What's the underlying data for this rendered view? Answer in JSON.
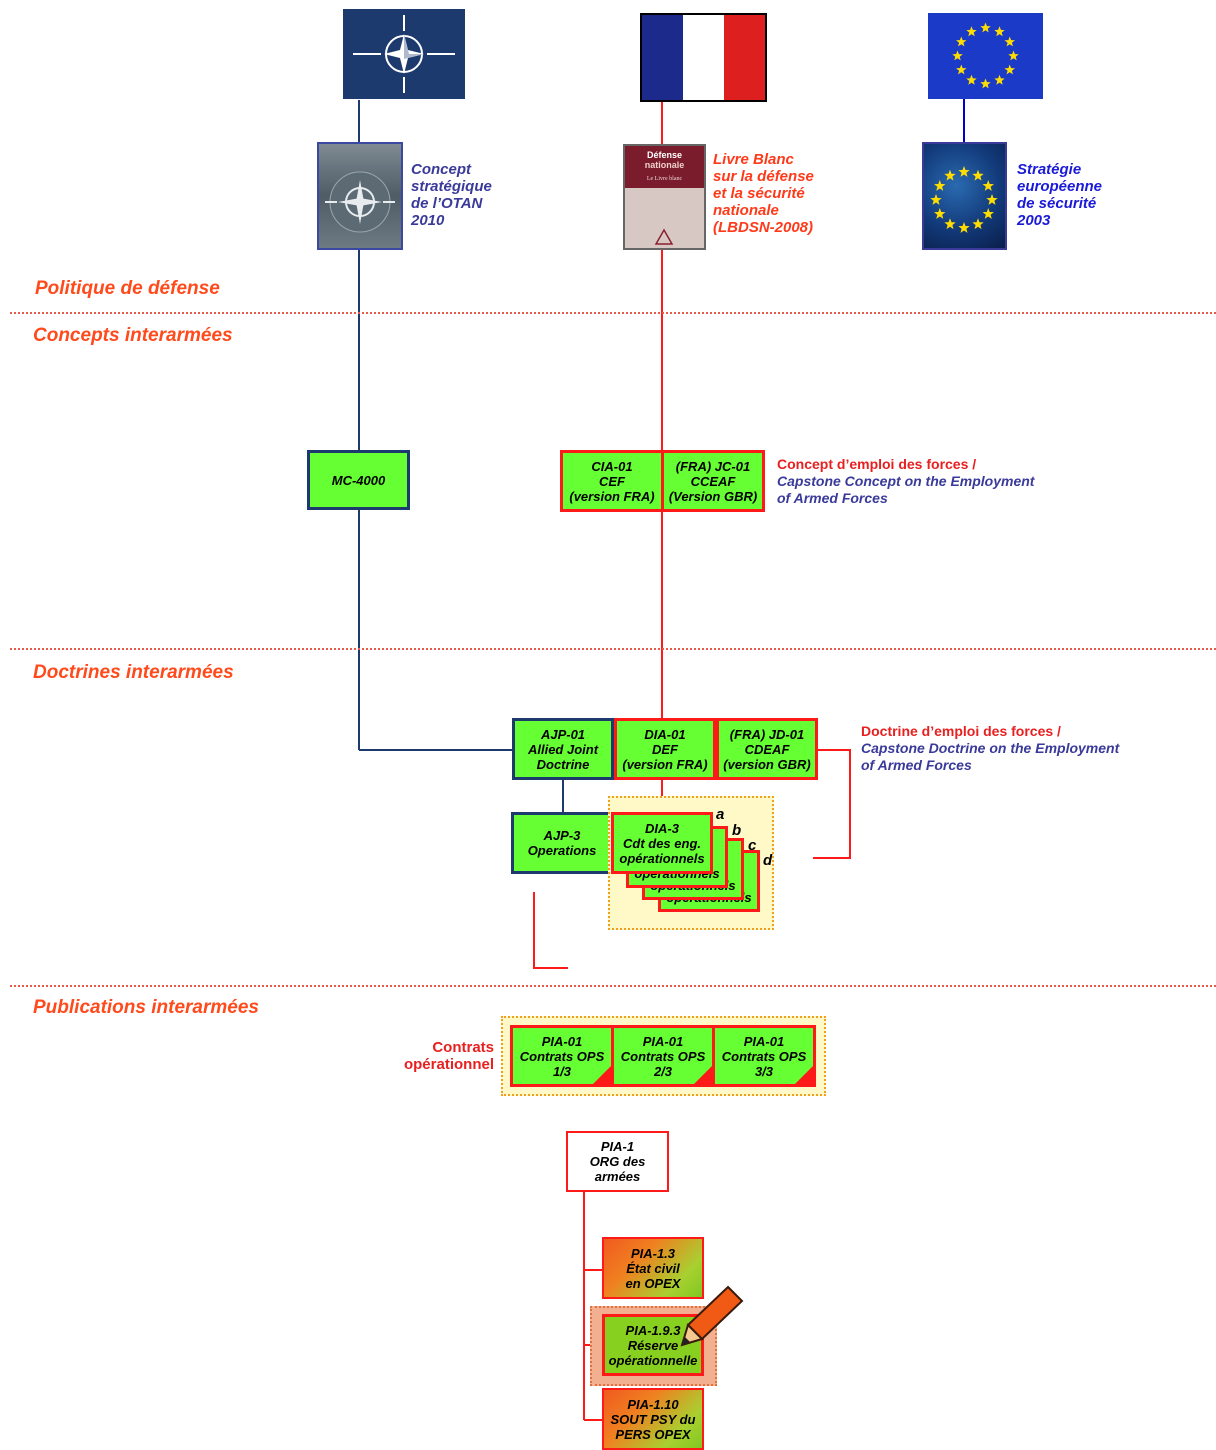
{
  "colors": {
    "nato_blue": "#1c3a6e",
    "france_red": "#ff1a1a",
    "eu_blue": "#0000cc",
    "section_orange": "#ff4a1c",
    "box_green": "#66ff33"
  },
  "sections": {
    "politique": "Politique de défense",
    "concepts": "Concepts interarmées",
    "doctrines": "Doctrines interarmées",
    "publications": "Publications interarmées"
  },
  "flags": {
    "nato": {
      "icon": "nato-flag-icon"
    },
    "france": {
      "icon": "france-flag-icon"
    },
    "eu": {
      "icon": "eu-flag-icon"
    }
  },
  "strategies": {
    "nato_caption": "Concept\nstratégique\nde l’OTAN\n2010",
    "france_caption": "Livre Blanc\nsur la défense\net la sécurité\nnationale\n(LBDSN-2008)",
    "eu_caption": "Stratégie\neuropéenne\nde sécurité\n2003",
    "book_title_1": "Défense",
    "book_title_2": "nationale",
    "book_subtitle": "Le Livre blanc"
  },
  "concepts": {
    "mc4000": "MC-4000",
    "cia01": "CIA-01\nCEF\n(version FRA)",
    "jc01": "(FRA) JC-01\nCCEAF\n(Version GBR)",
    "annotation_fr": "Concept d’emploi des forces /",
    "annotation_en": "Capstone Concept on the Employment\nof Armed Forces"
  },
  "doctrines": {
    "ajp01": "AJP-01\nAllied Joint\nDoctrine",
    "dia01": "DIA-01\nDEF\n(version FRA)",
    "jd01": "(FRA) JD-01\nCDEAF\n(version GBR)",
    "annotation_fr": "Doctrine d’emploi des forces /",
    "annotation_en": "Capstone Doctrine on the Employment\nof Armed Forces",
    "ajp3": "AJP-3\nOperations",
    "dia3": "DIA-3\nCdt des eng.\nopérationnels",
    "stack_text": "opérationnels",
    "letters": [
      "a",
      "b",
      "c",
      "d"
    ]
  },
  "publications": {
    "contrats_label": "Contrats\nopérationnel",
    "pia01_1": "PIA-01\nContrats OPS\n1/3",
    "pia01_2": "PIA-01\nContrats OPS\n2/3",
    "pia01_3": "PIA-01\nContrats OPS\n3/3",
    "pia1": "PIA-1\nORG des\narmées",
    "pia13": "PIA-1.3\nÉtat civil\nen OPEX",
    "pia193": "PIA-1.9.3\nRéserve\nopérationnelle",
    "pia110": "PIA-1.10\nSOUT PSY du\nPERS OPEX"
  }
}
